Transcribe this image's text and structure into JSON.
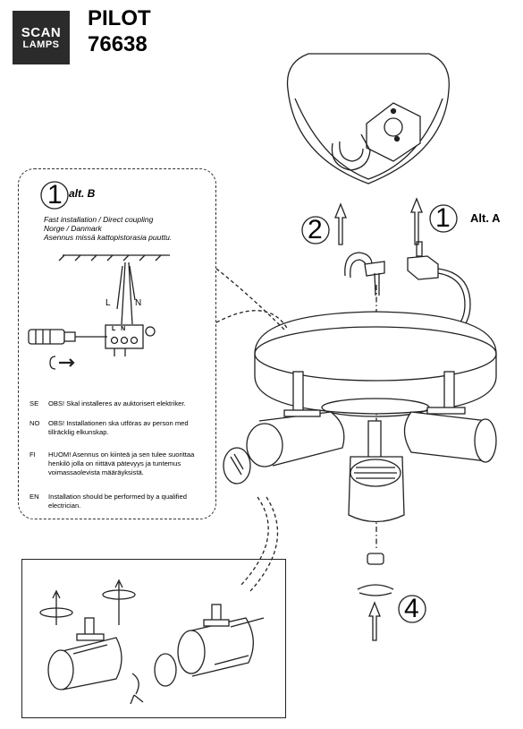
{
  "brand": {
    "line1": "SCAN",
    "line2": "LAMPS"
  },
  "product": {
    "name": "PILOT",
    "number": "76638"
  },
  "alt_b": {
    "step": "1",
    "label": "alt. B",
    "lines": [
      "Fast installation  / Direct coupling",
      "Norge / Danmark",
      "Asennus missä kattopistorasia puuttu."
    ]
  },
  "wiring": {
    "label_l": "L",
    "label_n": "N",
    "terminal": "L N"
  },
  "warnings": [
    {
      "code": "SE",
      "text": "OBS! Skal installeres av auktorisert elektriker."
    },
    {
      "code": "NO",
      "text": "OBS! Installationen ska utföras av person med tillräcklig elkunskap."
    },
    {
      "code": "FI",
      "text": "HUOM! Asennus on kiinteä ja sen tulee suorittaa henkilö jolla on riittävä pätevyys ja tuntemus voimassaolevista määräyksistä."
    },
    {
      "code": "EN",
      "text": "Installation should be performed by a qualified electrician."
    }
  ],
  "steps": {
    "two": "2",
    "one": "1",
    "four": "4",
    "alt_a": "Alt. A"
  }
}
